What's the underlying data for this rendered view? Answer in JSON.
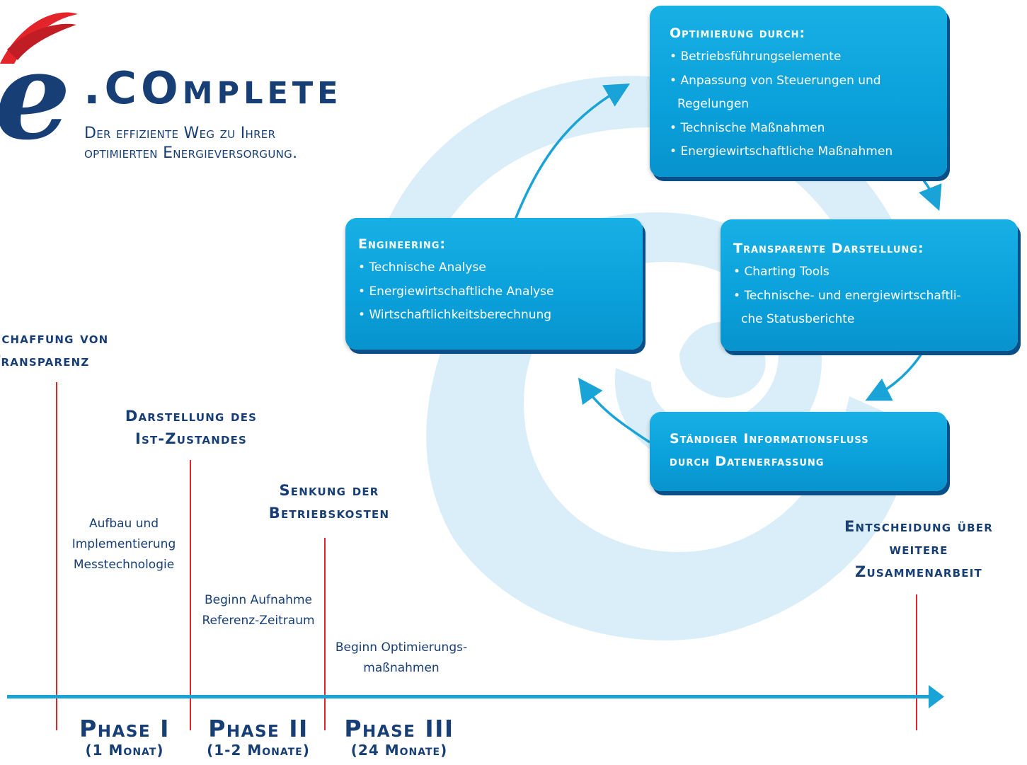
{
  "logo": {
    "letter": "e",
    "word": ".COmplete",
    "tagline_line1": "Der effiziente Weg zu Ihrer",
    "tagline_line2": "optimierten Energieversorgung."
  },
  "boxes": {
    "optimierung": {
      "title": "Optimierung durch:",
      "items": [
        "Betriebsführungselemente",
        "Anpassung von Steuerungen und",
        "Regelungen",
        "Technische Maßnahmen",
        "Energiewirtschaftliche Maßnahmen"
      ]
    },
    "transparente": {
      "title": "Transparente Darstellung:",
      "items": [
        "Charting Tools",
        "Technische- und energiewirtschaftli-",
        "che Statusberichte"
      ]
    },
    "engineering": {
      "title": "Engineering:",
      "items": [
        "Technische Analyse",
        "Energiewirtschaftliche Analyse",
        "Wirtschaftlichkeitsberechnung"
      ]
    },
    "informationsfluss": {
      "title_line1": "Ständiger Informationsfluss",
      "title_line2": "durch Datenerfassung"
    }
  },
  "milestones": {
    "schaffung": {
      "line1": "Schaffung von",
      "line2": "Transparenz"
    },
    "darstellung": {
      "line1": "Darstellung des",
      "line2": "Ist-Zustandes"
    },
    "senkung": {
      "line1": "Senkung der",
      "line2": "Betriebskosten"
    },
    "entscheidung": {
      "line1": "Entscheidung über",
      "line2": "weitere",
      "line3": "Zusammenarbeit"
    }
  },
  "notes": {
    "aufbau": {
      "line1": "Aufbau und",
      "line2": "Implementierung",
      "line3": "Messtechnologie"
    },
    "beginn_aufnahme": {
      "line1": "Beginn Aufnahme",
      "line2": "Referenz-Zeitraum"
    },
    "beginn_optimierung": {
      "line1": "Beginn Optimierungs-",
      "line2": "maßnahmen"
    }
  },
  "phases": [
    {
      "name": "Phase I",
      "duration": "(1 Monat)"
    },
    {
      "name": "Phase II",
      "duration": "(1-2 Monate)"
    },
    {
      "name": "Phase III",
      "duration": "(24 Monate)"
    }
  ],
  "colors": {
    "navy": "#173f75",
    "box_blue": "#0aa0db",
    "arrow_blue": "#1aa3d6",
    "milestone_red": "#e3242b",
    "swirl": "#d9eef8",
    "logo_red": "#e3242b"
  }
}
